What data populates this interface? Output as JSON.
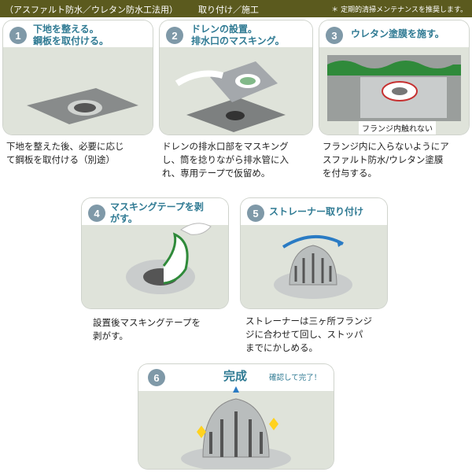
{
  "header": {
    "left": "（アスファルト防水／ウレタン防水工法用）",
    "center": "取り付け／施工",
    "right": "＊ 定期的清掃メンテナンスを推奨します。"
  },
  "steps": [
    {
      "number": "1",
      "title_lines": [
        "下地を整える。",
        "鋼板を取付ける。"
      ],
      "desc_lines": [
        "下地を整えた後、必要に応じ",
        "て鋼板を取付ける（別途）"
      ]
    },
    {
      "number": "2",
      "title_lines": [
        "ドレンの設置。",
        "排水口のマスキング。"
      ],
      "desc_lines": [
        "ドレンの排水口部をマスキング",
        "し、筒を捻りながら排水管に入",
        "れ、専用テープで仮留め。"
      ]
    },
    {
      "number": "3",
      "title_lines": [
        "ウレタン塗膜を施す。"
      ],
      "note": "フランジ内触れない",
      "desc_lines": [
        "フランジ内に入らないようにア",
        "スファルト防水/ウレタン塗膜",
        "を付与する。"
      ]
    },
    {
      "number": "4",
      "title_lines": [
        "マスキングテープを剥",
        "がす。"
      ],
      "desc_lines": [
        "設置後マスキングテープを",
        "剥がす。"
      ]
    },
    {
      "number": "5",
      "title_lines": [
        "ストレーナー取り付け"
      ],
      "desc_lines": [
        "ストレーナーは三ヶ所フランジ",
        "ジに合わせて回し、ストッパ",
        "までにかしめる。"
      ]
    },
    {
      "number": "6",
      "title": "完成",
      "subtitle": "確認して完了！"
    }
  ],
  "colors": {
    "header_bg": "#5b5a1e",
    "accent_teal": "#2f7a93",
    "number_badge": "#7f99a8",
    "stage_bg": "#dfe3da",
    "membrane_green": "#2f8a3a",
    "arrow_blue": "#2a7bc4",
    "flange_red": "#c63030"
  }
}
